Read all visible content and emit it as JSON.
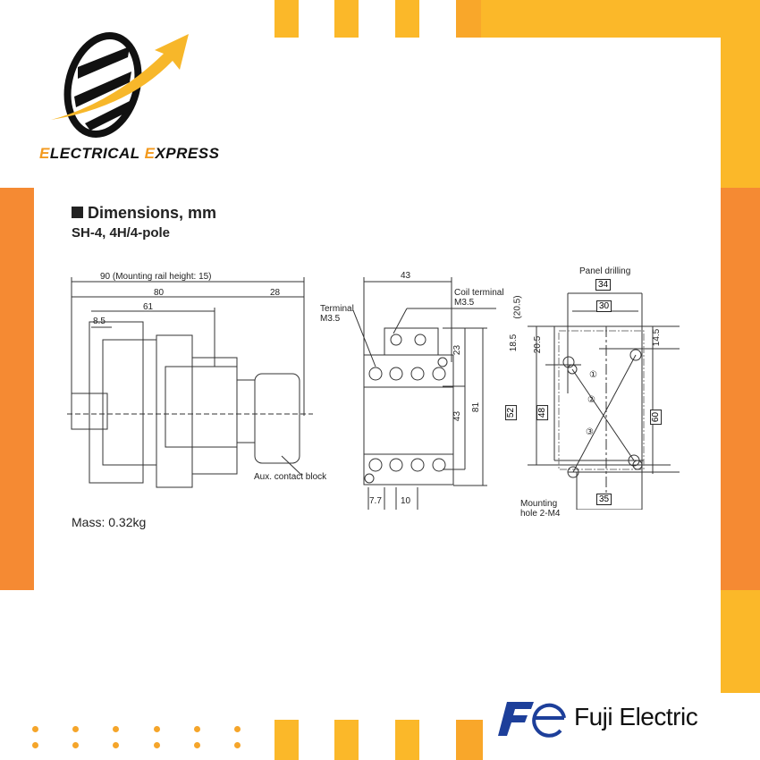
{
  "brand": {
    "name_first_initial": "E",
    "name_first_rest": "LECTRICAL",
    "name_second_initial": "E",
    "name_second_rest": "XPRESS"
  },
  "heading": {
    "title": "Dimensions, mm",
    "subtitle": "SH-4, 4H/4-pole"
  },
  "side_view": {
    "dim_overall": "90 (Mounting rail height: 15)",
    "dim_80": "80",
    "dim_61": "61",
    "dim_8_5": "8.5",
    "dim_28": "28",
    "aux_label": "Aux. contact block"
  },
  "front_view": {
    "dim_43_top": "43",
    "terminal_label": "Terminal M3.5",
    "coil_label": "Coil terminal M3.5",
    "dim_23": "23",
    "dim_43": "43",
    "dim_81": "81",
    "dim_7_7": "7.7",
    "dim_10": "10"
  },
  "panel_view": {
    "title": "Panel drilling",
    "dim_34": "34",
    "dim_30": "30",
    "dim_20_5_paren": "(20.5)",
    "dim_18_5": "18.5",
    "dim_20_5": "20.5",
    "dim_14_5": "14.5",
    "dim_52": "52",
    "dim_48": "48",
    "dim_60": "60",
    "dim_35": "35",
    "mounting_label": "Mounting hole 2-M4",
    "circle_1": "①",
    "circle_2": "②",
    "circle_3": "③"
  },
  "mass": "Mass: 0.32kg",
  "footer": {
    "logo_text": "Fuji Electric"
  },
  "colors": {
    "yellow": "#fbb829",
    "orange": "#f58a33",
    "fuji_blue": "#1d3f9a"
  }
}
